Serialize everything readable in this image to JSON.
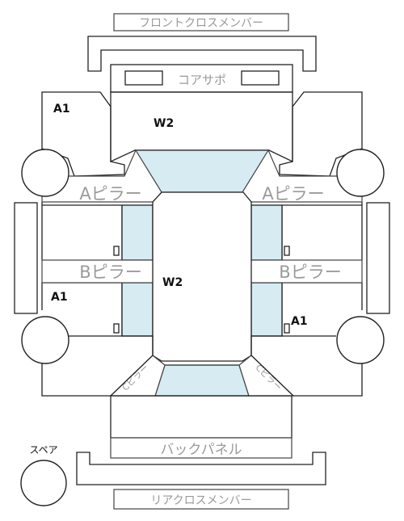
{
  "labels": {
    "front_cross_member": "フロントクロスメンバー",
    "core_support": "コアサポ",
    "a_pillar_left": "Aピラー",
    "a_pillar_right": "Aピラー",
    "b_pillar_left": "Bピラー",
    "b_pillar_right": "Bピラー",
    "c_pillar_left": "Cピラー",
    "c_pillar_right": "Cピラー",
    "back_panel": "バックパネル",
    "rear_cross_member": "リアクロスメンバー",
    "spare": "スペア"
  },
  "grades": {
    "front_left": "A1",
    "hood": "W2",
    "roof": "W2",
    "rear_left": "A1",
    "rear_right": "A1"
  },
  "colors": {
    "glass": "#d6ebf2",
    "line": "#222222",
    "label_gray": "#9a9a9a"
  }
}
